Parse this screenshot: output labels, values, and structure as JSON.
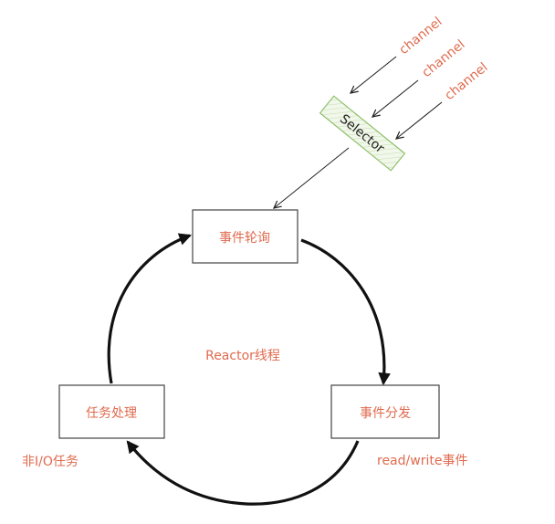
{
  "labels": {
    "channel_1": "channel",
    "channel_2": "channel",
    "channel_3": "channel",
    "selector": "Selector",
    "event_poll": "事件轮询",
    "event_dispatch": "事件分发",
    "task_process": "任务处理",
    "reactor_thread": "Reactor线程",
    "non_io_task": "非I/O任务",
    "read_write_event": "read/write事件"
  },
  "colors": {
    "text": "#e06a4e",
    "selector_fill": "#eaf3df",
    "selector_stroke": "#8fbf6b",
    "stroke": "#111111"
  }
}
